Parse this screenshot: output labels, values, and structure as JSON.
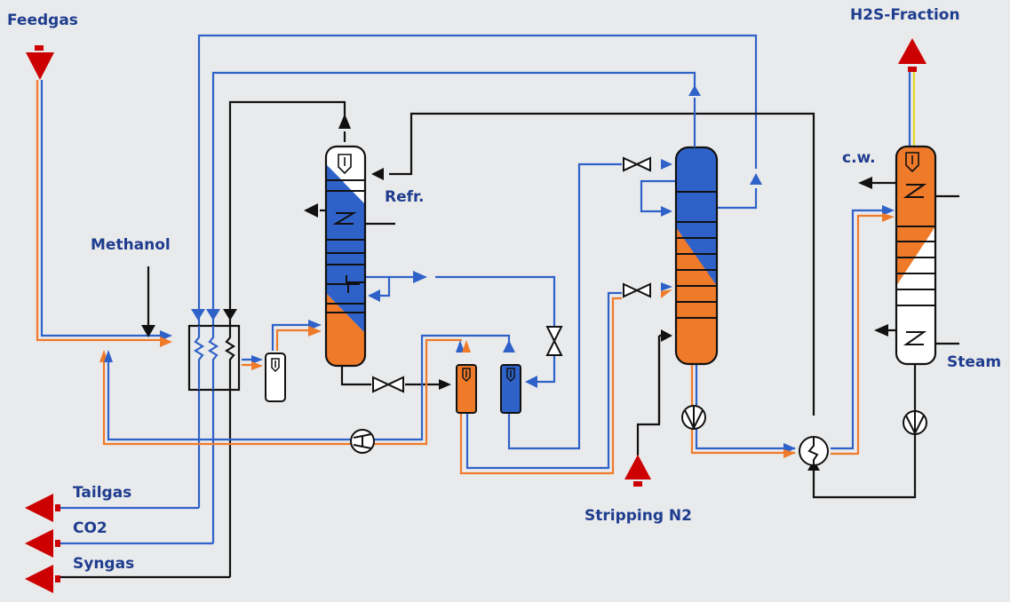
{
  "diagram": {
    "title": "Rectisol gas purification process flow",
    "colors": {
      "background": "#e9eaeb",
      "co2_rich_solvent": "#2f62c9",
      "h2s_rich_solvent": "#ef7a2a",
      "utility": "#111111",
      "terminal": "#cc0000",
      "h2s_gas": "#e8d62a",
      "label": "#1f3d8f"
    },
    "labels": {
      "feedgas": "Feedgas",
      "methanol": "Methanol",
      "refr": "Refr.",
      "tailgas": "Tailgas",
      "co2": "CO2",
      "syngas": "Syngas",
      "stripping_n2": "Stripping N2",
      "h2s_fraction": "H2S-Fraction",
      "cw": "c.w.",
      "steam": "Steam"
    },
    "equipment": [
      {
        "id": "feed-heat-exchanger",
        "type": "heat-exchanger"
      },
      {
        "id": "separator",
        "type": "vessel"
      },
      {
        "id": "absorber",
        "type": "column"
      },
      {
        "id": "flash-vessel-h2s",
        "type": "vessel"
      },
      {
        "id": "flash-vessel-co2",
        "type": "vessel"
      },
      {
        "id": "recycle-compressor",
        "type": "compressor"
      },
      {
        "id": "enrichment-column",
        "type": "column"
      },
      {
        "id": "pump-1",
        "type": "pump"
      },
      {
        "id": "lean-rich-exchanger",
        "type": "heat-exchanger"
      },
      {
        "id": "regenerator",
        "type": "column"
      },
      {
        "id": "pump-2",
        "type": "pump"
      }
    ]
  }
}
